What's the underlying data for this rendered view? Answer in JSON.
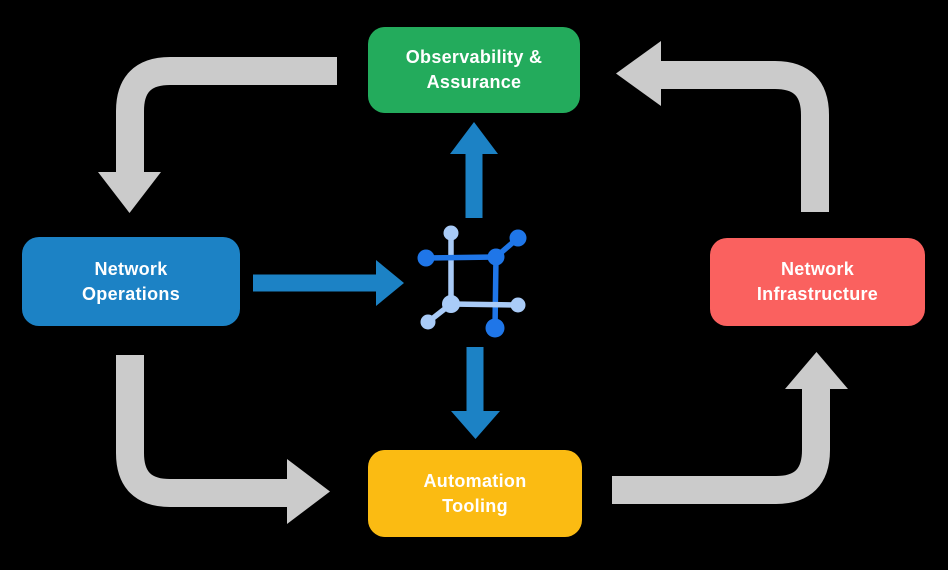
{
  "colors": {
    "background": "#000000",
    "arrow_gray": "#CBCBCB",
    "blue": "#1C82C5",
    "green": "#23AB5C",
    "red": "#FA615F",
    "yellow": "#FBBB12",
    "icon_dark": "#1F76E8",
    "icon_light": "#A9CBF7",
    "label_text": "#FFFFFF"
  },
  "nodes": {
    "observability": {
      "line1": "Observability &",
      "line2": "Assurance"
    },
    "operations": {
      "line1": "Network",
      "line2": "Operations"
    },
    "infrastructure": {
      "line1": "Network",
      "line2": "Infrastructure"
    },
    "automation": {
      "line1": "Automation",
      "line2": "Tooling"
    }
  },
  "center_icon": {
    "name": "network-mesh-icon"
  },
  "flows": [
    {
      "from": "Observability & Assurance",
      "to": "Network Operations",
      "style": "gray"
    },
    {
      "from": "Network Operations",
      "to": "Automation Tooling",
      "style": "gray"
    },
    {
      "from": "Automation Tooling",
      "to": "Network Infrastructure",
      "style": "gray"
    },
    {
      "from": "Network Infrastructure",
      "to": "Observability & Assurance",
      "style": "gray"
    },
    {
      "from": "Network Operations",
      "to": "center-icon",
      "style": "blue"
    },
    {
      "from": "center-icon",
      "to": "Observability & Assurance",
      "style": "blue"
    },
    {
      "from": "center-icon",
      "to": "Automation Tooling",
      "style": "blue"
    }
  ]
}
